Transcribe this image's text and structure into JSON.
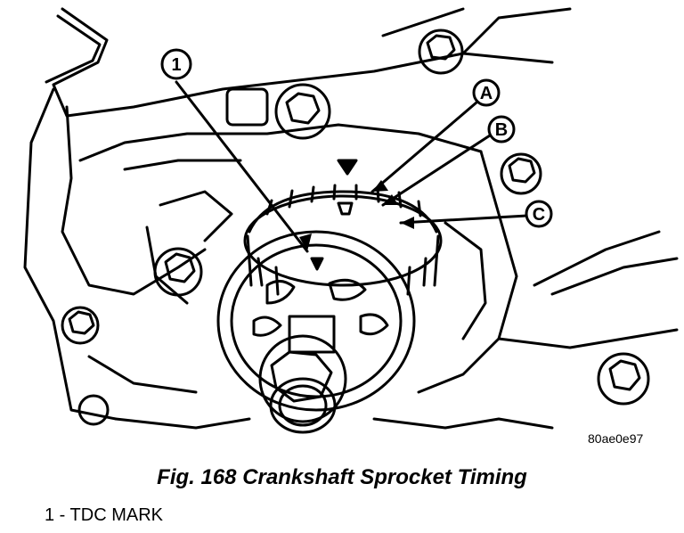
{
  "callouts": [
    {
      "id": "1",
      "label": "1"
    },
    {
      "id": "a",
      "label": "A"
    },
    {
      "id": "b",
      "label": "B"
    },
    {
      "id": "c",
      "label": "C"
    }
  ],
  "image_id": "80ae0e97",
  "caption": "Fig. 168 Crankshaft Sprocket Timing",
  "legend": [
    {
      "text": "1 - TDC MARK"
    }
  ]
}
